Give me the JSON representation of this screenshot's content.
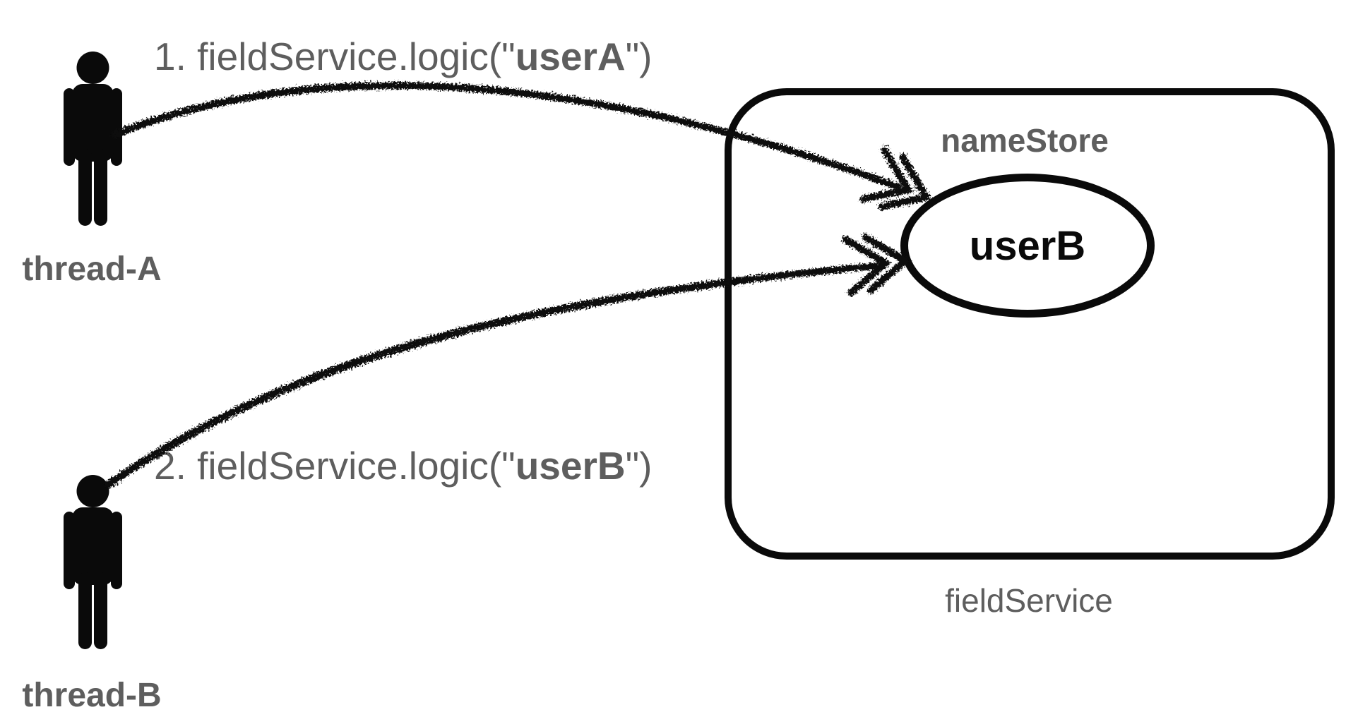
{
  "colors": {
    "background": "#ffffff",
    "label_gray": "#5e5e5e",
    "ink_black": "#0a0a0a"
  },
  "actors": [
    {
      "label": "thread-A",
      "icon": "person-icon"
    },
    {
      "label": "thread-B",
      "icon": "person-icon"
    }
  ],
  "calls": [
    {
      "lead": "1. fieldService.logic(\"",
      "arg": "userA",
      "tail": "\")"
    },
    {
      "lead": "2. fieldService.logic(\"",
      "arg": "userB",
      "tail": "\")"
    }
  ],
  "service": {
    "name": "fieldService",
    "store_name": "nameStore",
    "store_value": "userB"
  }
}
